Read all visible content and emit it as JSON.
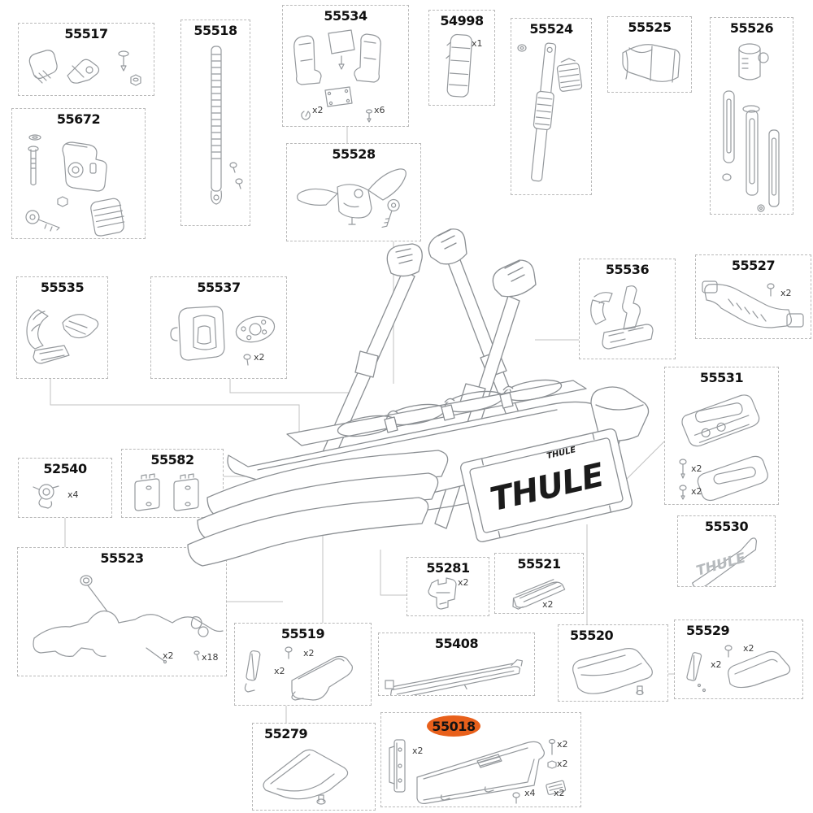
{
  "window": {
    "background": "#ffffff"
  },
  "brand": {
    "plate_logo_large": "THULE",
    "plate_logo_small": "THULE",
    "badge_55530": "THULE"
  },
  "highlight": {
    "part_id": "55018",
    "fill": "#E8601B",
    "text_color": "#131313"
  },
  "parts": {
    "p55517": {
      "id": "55517"
    },
    "p55518": {
      "id": "55518"
    },
    "p55534": {
      "id": "55534",
      "q_clip": "x2",
      "q_screw": "x6"
    },
    "p54998": {
      "id": "54998",
      "q1": "x1"
    },
    "p55524": {
      "id": "55524"
    },
    "p55525": {
      "id": "55525"
    },
    "p55526": {
      "id": "55526"
    },
    "p55672": {
      "id": "55672"
    },
    "p55528": {
      "id": "55528"
    },
    "p55535": {
      "id": "55535"
    },
    "p55537": {
      "id": "55537",
      "q1": "x2"
    },
    "p55536": {
      "id": "55536"
    },
    "p55527": {
      "id": "55527",
      "q1": "x2"
    },
    "p55531": {
      "id": "55531",
      "q1": "x2",
      "q2": "x2"
    },
    "p55530": {
      "id": "55530"
    },
    "p52540": {
      "id": "52540",
      "q1": "x4"
    },
    "p55582": {
      "id": "55582"
    },
    "p55523": {
      "id": "55523",
      "q1": "x2",
      "q2": "x18"
    },
    "p55281": {
      "id": "55281",
      "q1": "x2"
    },
    "p55521": {
      "id": "55521",
      "q1": "x2"
    },
    "p55519": {
      "id": "55519",
      "q_screw": "x2",
      "q_pad": "x2"
    },
    "p55408": {
      "id": "55408"
    },
    "p55520": {
      "id": "55520"
    },
    "p55529": {
      "id": "55529",
      "q_screw": "x2",
      "q_pad": "x2"
    },
    "p55279": {
      "id": "55279"
    },
    "p55018": {
      "id": "55018",
      "q_bracket": "x2",
      "q_screw": "x2",
      "q_nut": "x2",
      "q_block": "x2",
      "q_bolt": "x4"
    }
  }
}
